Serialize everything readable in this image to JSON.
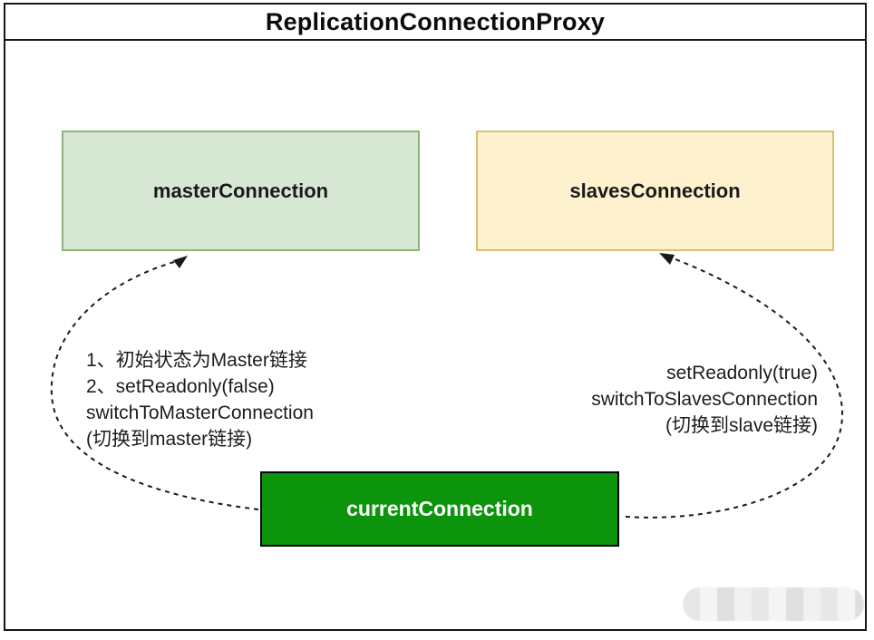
{
  "title": "ReplicationConnectionProxy",
  "nodes": {
    "master": {
      "label": "masterConnection",
      "fill": "#d6e8d4",
      "border": "#8db47c",
      "text": "#1a1a1a"
    },
    "slaves": {
      "label": "slavesConnection",
      "fill": "#fdf2cd",
      "border": "#d9bf77",
      "text": "#1a1a1a"
    },
    "current": {
      "label": "currentConnection",
      "fill": "#0c940c",
      "border": "#000000",
      "text": "#ffffff"
    }
  },
  "annotations": {
    "left": {
      "line1": "1、初始状态为Master链接",
      "line2": "2、setReadonly(false)",
      "line3": "switchToMasterConnection",
      "line4": "(切换到master链接)"
    },
    "right": {
      "line1": "setReadonly(true)",
      "line2": "switchToSlavesConnection",
      "line3": "(切换到slave链接)"
    }
  },
  "colors": {
    "frame": "#161616",
    "arrow": "#1a1a1a",
    "background": "#ffffff"
  }
}
